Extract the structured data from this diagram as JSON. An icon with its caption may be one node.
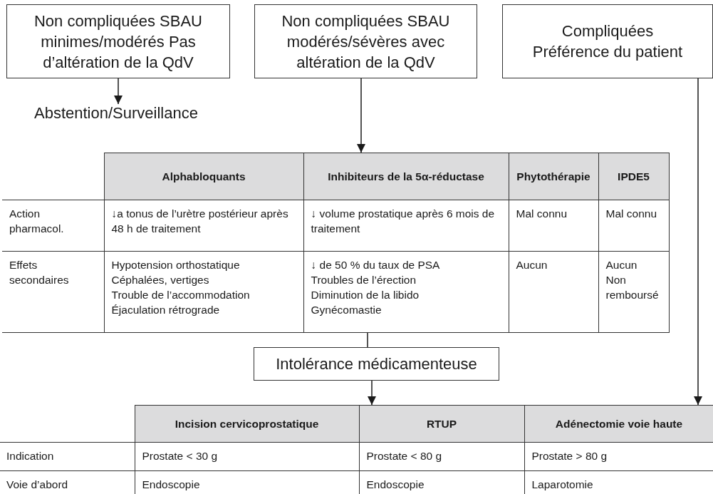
{
  "diagram": {
    "nodes": [
      {
        "text": [
          "Non compliquées SBAU minimes/modérés Pas d’altération de la QdV"
        ]
      },
      {
        "text": [
          "Non compliquées SBAU modérés/sévères avec altération de la QdV"
        ]
      },
      {
        "text": [
          "Compliquées Préférence du patient"
        ]
      },
      {
        "text": [
          "Abstention/Surveillance"
        ]
      },
      {
        "text": [],
        "shape": "box"
      },
      {
        "text": [
          "Intolérance médicamenteuse"
        ]
      },
      {
        "text": [],
        "shape": "box"
      }
    ],
    "edges": [
      {
        "from": 0,
        "to": 3,
        "arrow": "to"
      },
      {
        "from": 1,
        "to": 4,
        "arrow": "to"
      },
      {
        "from": 4,
        "to": 5,
        "arrow": "none"
      },
      {
        "from": 5,
        "to": 6,
        "arrow": "to"
      },
      {
        "from": 2,
        "to": 6,
        "arrow": "to"
      }
    ],
    "labels": [
      "Alphabloquants",
      "Inhibiteurs de la 5α-réductase",
      "Phytothérapie",
      "IPDE5",
      "Action pharmacol.",
      "↓a tonus de l’urètre postérieur après 48 h de traitement",
      "↓ volume prostatique après 6 mois de traitement",
      "Mal connu",
      "Mal connu",
      "Effets secondaires",
      "Hypotension orthostatique",
      "Céphalées, vertiges",
      "Trouble de l’accommodation",
      "Éjaculation rétrograde",
      "↓ de 50 % du taux de PSA",
      "Troubles de l’érection",
      "Diminution de la libido",
      "Gynécomastie",
      "Aucun",
      "Aucun",
      "Non remboursé",
      "Incision cervicoprostatique",
      "RTUP",
      "Adénectomie voie haute",
      "Indication",
      "Prostate < 30 g",
      "Prostate < 80 g",
      "Prostate > 80 g",
      "Voie d’abord",
      "Endoscopie",
      "Endoscopie",
      "Laparotomie"
    ]
  }
}
